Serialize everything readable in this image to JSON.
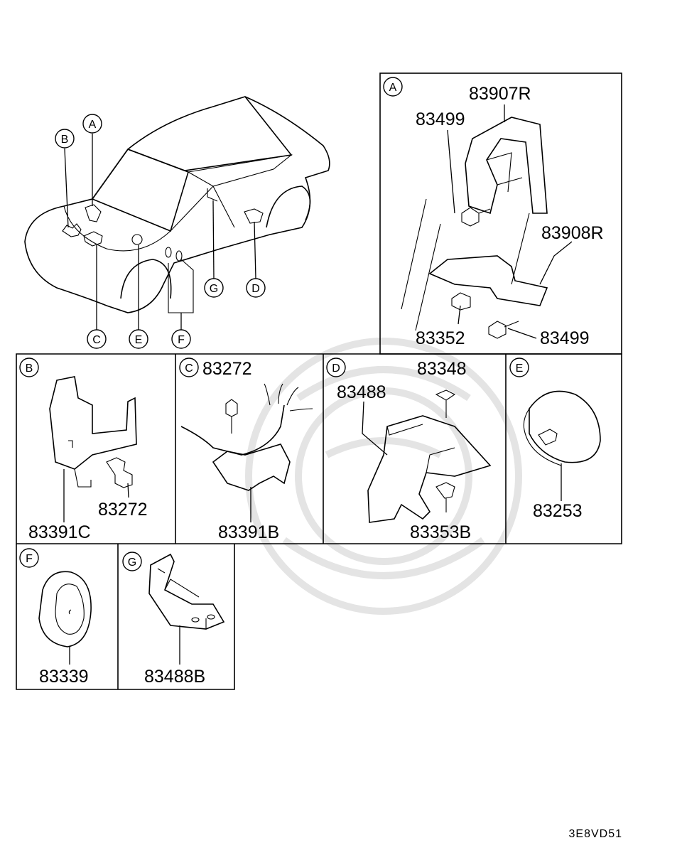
{
  "callouts": {
    "A": "A",
    "B": "B",
    "C": "C",
    "D": "D",
    "E": "E",
    "F": "F",
    "G": "G"
  },
  "parts": {
    "p83907R": "83907R",
    "p83499a": "83499",
    "p83908R": "83908R",
    "p83352": "83352",
    "p83499b": "83499",
    "p83272c": "83272",
    "p83348": "83348",
    "p83488": "83488",
    "p83272b": "83272",
    "p83391C": "83391C",
    "p83391B": "83391B",
    "p83353B": "83353B",
    "p83253": "83253",
    "p83339": "83339",
    "p83488B": "83488B"
  },
  "diagram_code": "3E8VD51"
}
